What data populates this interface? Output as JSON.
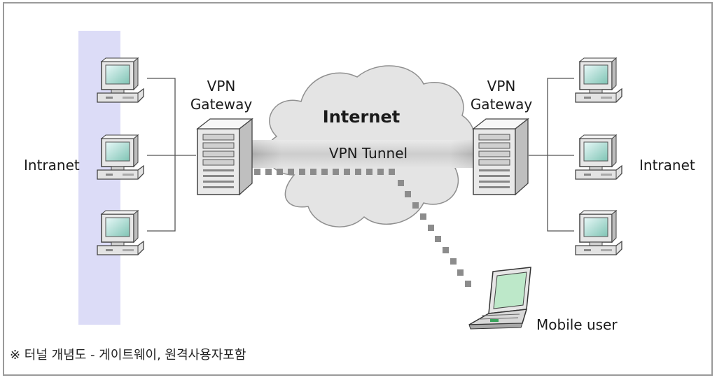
{
  "labels": {
    "intranet_left": "Intranet",
    "intranet_right": "Intranet",
    "gateway_left_line1": "VPN",
    "gateway_left_line2": "Gateway",
    "gateway_right_line1": "VPN",
    "gateway_right_line2": "Gateway",
    "internet": "Internet",
    "tunnel": "VPN Tunnel",
    "mobile": "Mobile user"
  },
  "caption": "※ 터널 개념도 - 게이트웨이, 원격사용자포함",
  "colors": {
    "intranet_band": "#dcdcf7",
    "cloud": "#e4e4e4",
    "tunnel": "#a8a8a8",
    "dotted": "#8c8c8c",
    "screen": "#86c8a8",
    "laptop_screen": "#bde8c9"
  }
}
